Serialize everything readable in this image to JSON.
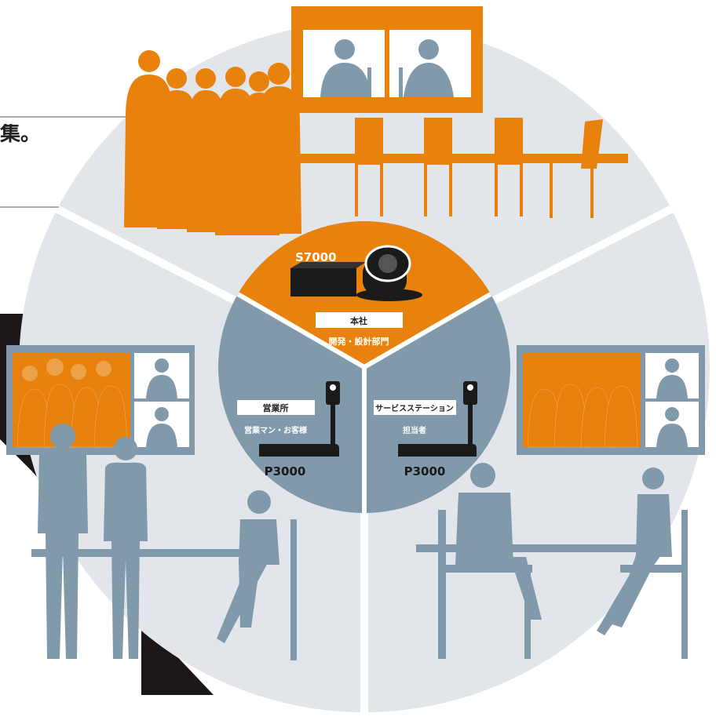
{
  "heading_fragment": "集。",
  "hub": {
    "headquarters": {
      "device_model": "S7000",
      "location": "本社",
      "department": "開発・設計部門"
    },
    "sales_office": {
      "location": "営業所",
      "participants": "営業マン・お客様",
      "device_model": "P3000"
    },
    "service_station": {
      "location": "サービスステーション",
      "participants": "担当者",
      "device_model": "P3000"
    }
  },
  "colors": {
    "orange": "#e8820c",
    "slate": "#8099ab",
    "light_gray": "#e2e5e9",
    "dark": "#1c1616",
    "device_black": "#1a1a1a"
  }
}
